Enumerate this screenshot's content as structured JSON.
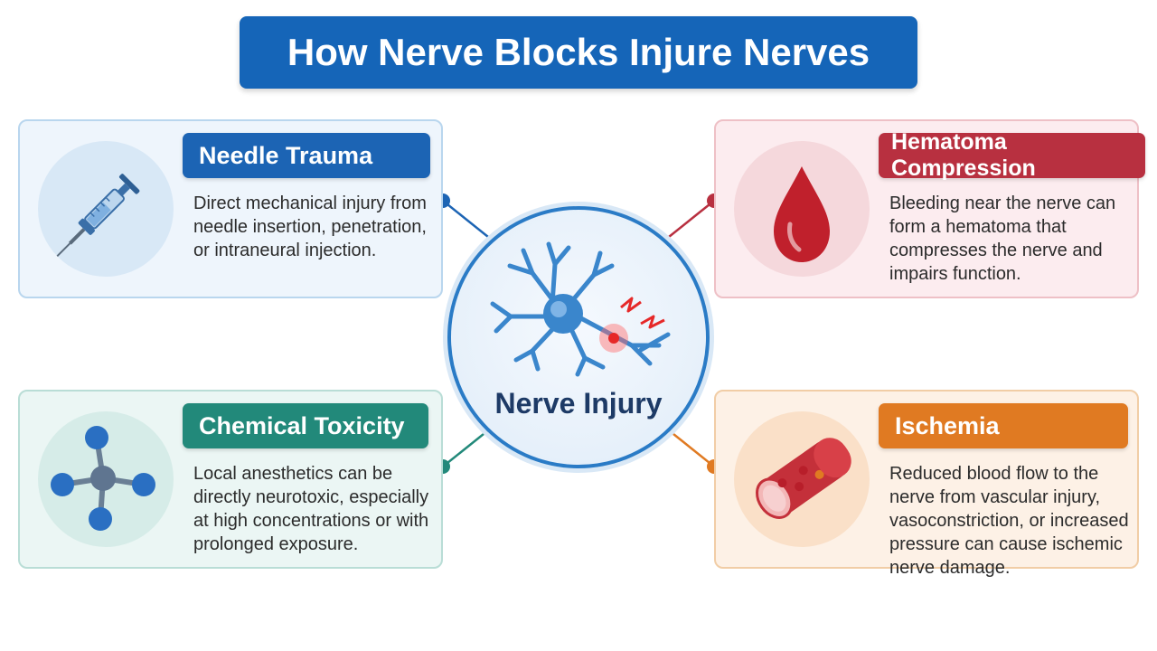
{
  "title": "How Nerve Blocks Injure Nerves",
  "center": {
    "label": "Nerve Injury",
    "icon": "neuron-icon"
  },
  "colors": {
    "needle": "#1c64b4",
    "hematoma": "#b83040",
    "chemical": "#22897a",
    "ischemia": "#e07a22",
    "center_border": "#2a7bc6"
  },
  "cards": {
    "needle": {
      "title": "Needle Trauma",
      "description": "Direct mechanical injury from needle insertion, penetration, or intraneural injection.",
      "icon": "syringe-icon"
    },
    "hematoma": {
      "title": "Hematoma Compression",
      "description": "Bleeding near the nerve can form a hematoma that compresses the nerve and impairs function.",
      "icon": "blood-drop-icon"
    },
    "chemical": {
      "title": "Chemical Toxicity",
      "description": "Local anesthetics can be directly neurotoxic, especially at high concentrations or with prolonged exposure.",
      "icon": "molecule-icon"
    },
    "ischemia": {
      "title": "Ischemia",
      "description": "Reduced blood flow to the nerve from vascular injury, vasoconstriction, or increased pressure can cause ischemic nerve damage.",
      "icon": "blood-vessel-icon"
    }
  }
}
